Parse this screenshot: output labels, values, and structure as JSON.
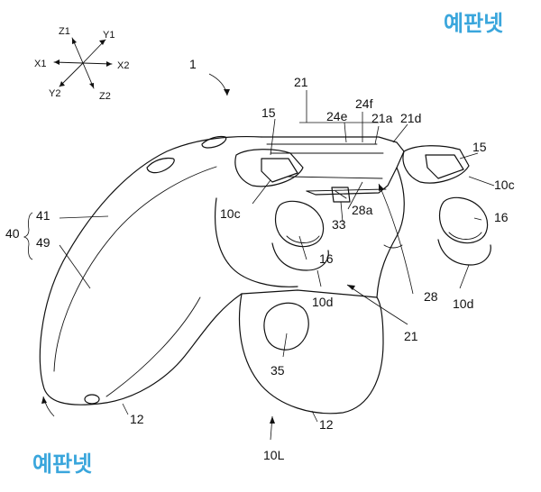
{
  "watermark": {
    "text": "예판넷",
    "color": "#3aa6dc"
  },
  "axes": {
    "z1": "Z1",
    "y1": "Y1",
    "x1": "X1",
    "x2": "X2",
    "y2": "Y2",
    "z2": "Z2"
  },
  "labels": {
    "l1": "1",
    "l21_top": "21",
    "l24f": "24f",
    "l24e": "24e",
    "l21a": "21a",
    "l21d": "21d",
    "l15_left": "15",
    "l15_right": "15",
    "l10c_left": "10c",
    "l10c_right": "10c",
    "l28a": "28a",
    "l33": "33",
    "l16_left": "16",
    "l16_right": "16",
    "l40": "40",
    "l41": "41",
    "l49": "49",
    "l10d_left": "10d",
    "l10d_right": "10d",
    "l28": "28",
    "l21_bottom": "21",
    "l35": "35",
    "l12_left": "12",
    "l12_right": "12",
    "l10L": "10L"
  }
}
